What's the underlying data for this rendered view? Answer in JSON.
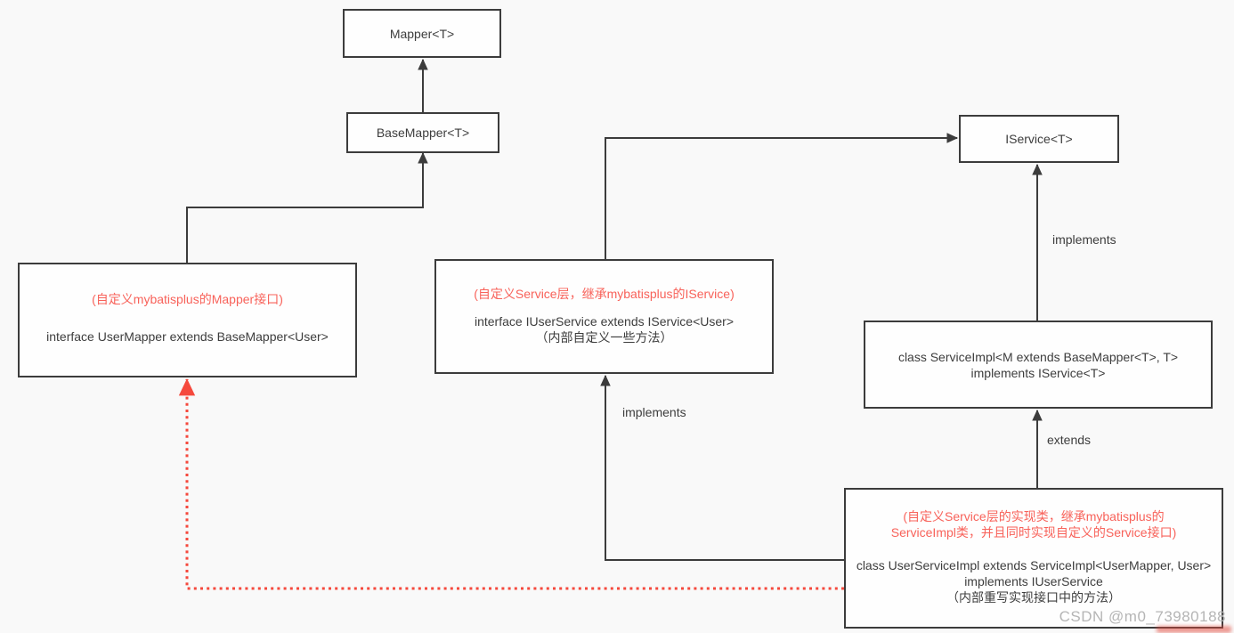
{
  "diagram": {
    "nodes": {
      "mapper": {
        "title": "Mapper<T>"
      },
      "base_mapper": {
        "title": "BaseMapper<T>"
      },
      "iservice": {
        "title": "IService<T>"
      },
      "user_mapper": {
        "note": "(自定义mybatisplus的Mapper接口)",
        "code": "interface UserMapper extends BaseMapper<User>"
      },
      "iuser_service": {
        "note": "(自定义Service层，继承mybatisplus的IService)",
        "code": "interface IUserService extends IService<User>",
        "detail": "（内部自定义一些方法）"
      },
      "service_impl": {
        "code_line1": "class ServiceImpl<M extends BaseMapper<T>, T>",
        "code_line2": "implements IService<T>"
      },
      "user_service_impl": {
        "note_line1": "(自定义Service层的实现类，继承mybatisplus的",
        "note_line2": "ServiceImpl类，并且同时实现自定义的Service接口)",
        "code_line1": "class UserServiceImpl  extends ServiceImpl<UserMapper, User>",
        "code_line2": "implements IUserService",
        "detail": "（内部重写实现接口中的方法）"
      }
    },
    "edge_labels": {
      "serviceimpl_implements_iservice": "implements",
      "userserviceimpl_extends_serviceimpl": "extends",
      "userserviceimpl_implements_iuserservice": "implements"
    },
    "colors": {
      "background": "#f9f9f9",
      "box_border": "#3c3c3c",
      "text_dark": "#3d3d3d",
      "note_red": "#f8625a",
      "dotted_arrow_red": "#f5493d",
      "watermark_gray": "#b5b5b5"
    },
    "watermark": "CSDN @m0_73980188"
  }
}
